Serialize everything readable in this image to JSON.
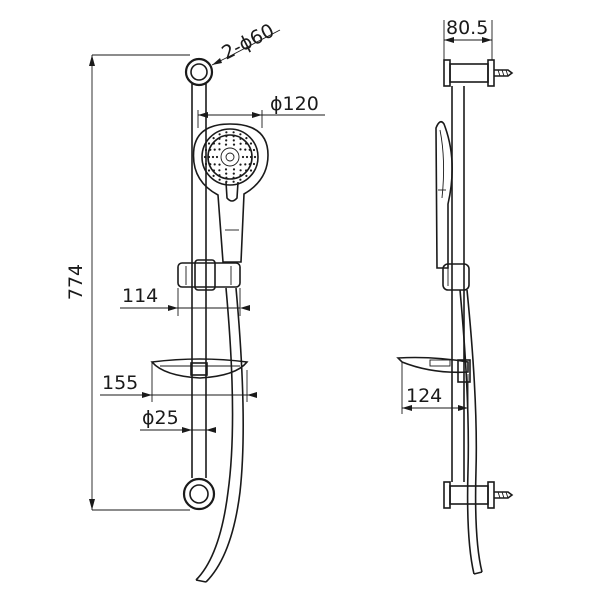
{
  "drawing": {
    "front_view": {
      "dim_overall_height": "774",
      "dim_wall_mounts": "2-ϕ60",
      "dim_head_diameter": "ϕ120",
      "dim_slider_offset": "114",
      "dim_soap_dish": "155",
      "dim_rail_diameter": "ϕ25"
    },
    "side_view": {
      "dim_projection": "80.5",
      "dim_soap_dish_depth": "124"
    }
  }
}
